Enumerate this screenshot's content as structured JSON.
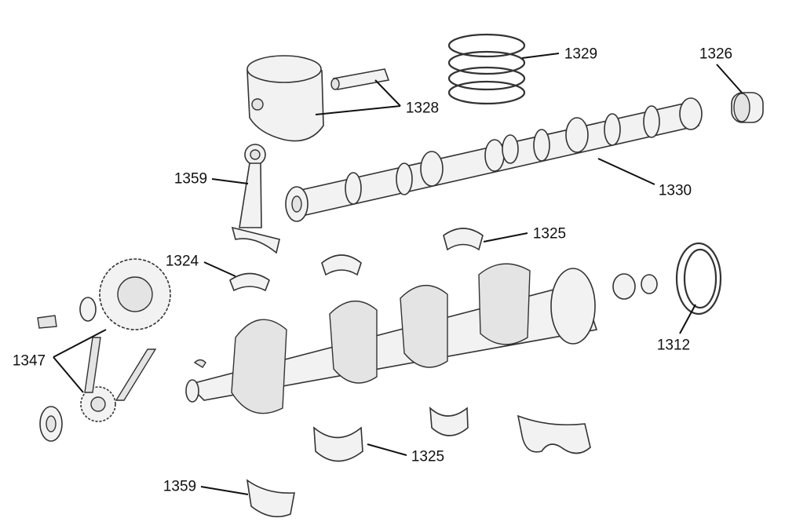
{
  "diagram": {
    "type": "exploded-parts-diagram",
    "callouts": [
      {
        "id": "piston-rings",
        "number": "1329"
      },
      {
        "id": "cam-bearing",
        "number": "1326"
      },
      {
        "id": "piston-and-pin",
        "number": "1328"
      },
      {
        "id": "connecting-rod",
        "number": "1359"
      },
      {
        "id": "camshaft",
        "number": "1330"
      },
      {
        "id": "main-bearing-upper",
        "number": "1325"
      },
      {
        "id": "rod-bearing",
        "number": "1324"
      },
      {
        "id": "rear-main-seal",
        "number": "1312"
      },
      {
        "id": "timing-set",
        "number": "1347"
      },
      {
        "id": "main-bearing-lower",
        "number": "1325"
      },
      {
        "id": "rod-cap",
        "number": "1359"
      }
    ]
  }
}
